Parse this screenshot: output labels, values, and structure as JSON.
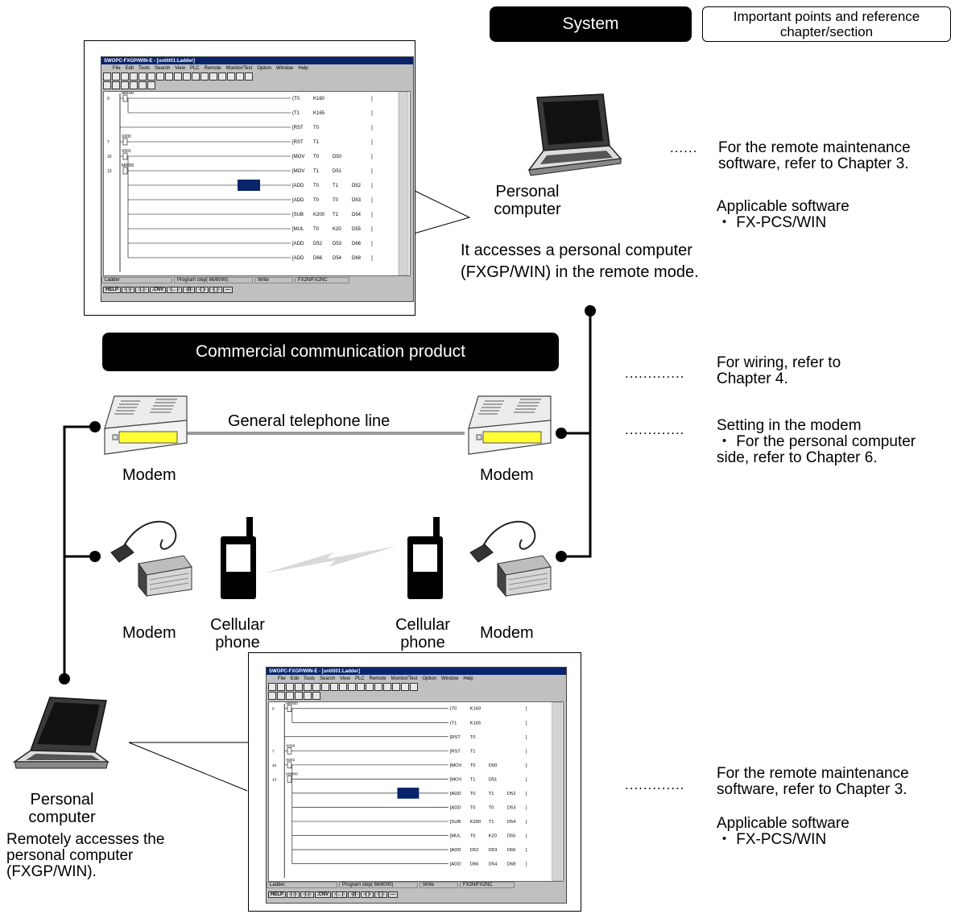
{
  "headers": {
    "system": "System",
    "reference": "Important points and reference chapter/section",
    "commercial": "Commercial communication product"
  },
  "labels": {
    "pc_top": "Personal computer",
    "pc_bottom": "Personal computer",
    "modem_top_left": "Modem",
    "modem_top_right": "Modem",
    "modem_bottom_left": "Modem",
    "modem_bottom_right": "Modem",
    "cell_left": "Cellular phone",
    "cell_right": "Cellular phone",
    "telephone_line": "General telephone line"
  },
  "captions": {
    "pc_top": "It accesses a personal computer (FXGP/WIN) in the remote mode.",
    "pc_bottom": "Remotely accesses the personal computer (FXGP/WIN)."
  },
  "notes": {
    "n1": {
      "dots": "......",
      "text": "For the remote maintenance software, refer to Chapter 3."
    },
    "n2": {
      "text": "Applicable software",
      "item": "・ FX-PCS/WIN"
    },
    "n3": {
      "dots": ".............",
      "text": "For wiring, refer to Chapter 4."
    },
    "n4": {
      "dots": ".............",
      "text": "Setting in the modem",
      "item": "・ For the personal computer side, refer to Chapter 6."
    },
    "n5": {
      "dots": ".............",
      "text": "For the remote maintenance software, refer to Chapter 3."
    },
    "n6": {
      "text": "Applicable software",
      "item": "・ FX-PCS/WIN"
    }
  },
  "software_window": {
    "title": "SWOPC-FXGP/WIN-E - [untitl01:Ladder]",
    "menus": [
      "File",
      "Edit",
      "Tools",
      "Search",
      "View",
      "PLC",
      "Remote",
      "Monitor/Test",
      "Option",
      "Window",
      "Help"
    ],
    "status": [
      "Ladder",
      "Program step( 66/8000)",
      "Write",
      "FX2N/FX2NC"
    ],
    "fkeys": [
      "HELP",
      "-|↑|-",
      "-|↓|-",
      ".CNV",
      "-|←|-",
      "-|/|-",
      "-( )-",
      "-[ ]-",
      "—"
    ],
    "step_numbers": [
      "0",
      "7",
      "10",
      "13"
    ],
    "contacts": [
      "M8000",
      "X000",
      "X001",
      "M8000"
    ],
    "instructions": [
      {
        "op": "(T0",
        "a": "K160",
        "b": ""
      },
      {
        "op": "(T1",
        "a": "K165",
        "b": ""
      },
      {
        "op": "[RST",
        "a": "T0",
        "b": ""
      },
      {
        "op": "[RST",
        "a": "T1",
        "b": ""
      },
      {
        "op": "[MOV",
        "a": "T0",
        "b": "D50"
      },
      {
        "op": "[MOV",
        "a": "T1",
        "b": "D51"
      },
      {
        "op": "[ADD",
        "a": "T0",
        "b": "T1",
        "c": "D52"
      },
      {
        "op": "[ADD",
        "a": "T0",
        "b": "T0",
        "c": "D53"
      },
      {
        "op": "[SUB",
        "a": "K200",
        "b": "T1",
        "c": "D54"
      },
      {
        "op": "[MUL",
        "a": "T0",
        "b": "K20",
        "c": "D55"
      },
      {
        "op": "[ADD",
        "a": "D52",
        "b": "D53",
        "c": "D66"
      },
      {
        "op": "[ADD",
        "a": "D66",
        "b": "D54",
        "c": "D68"
      }
    ]
  }
}
